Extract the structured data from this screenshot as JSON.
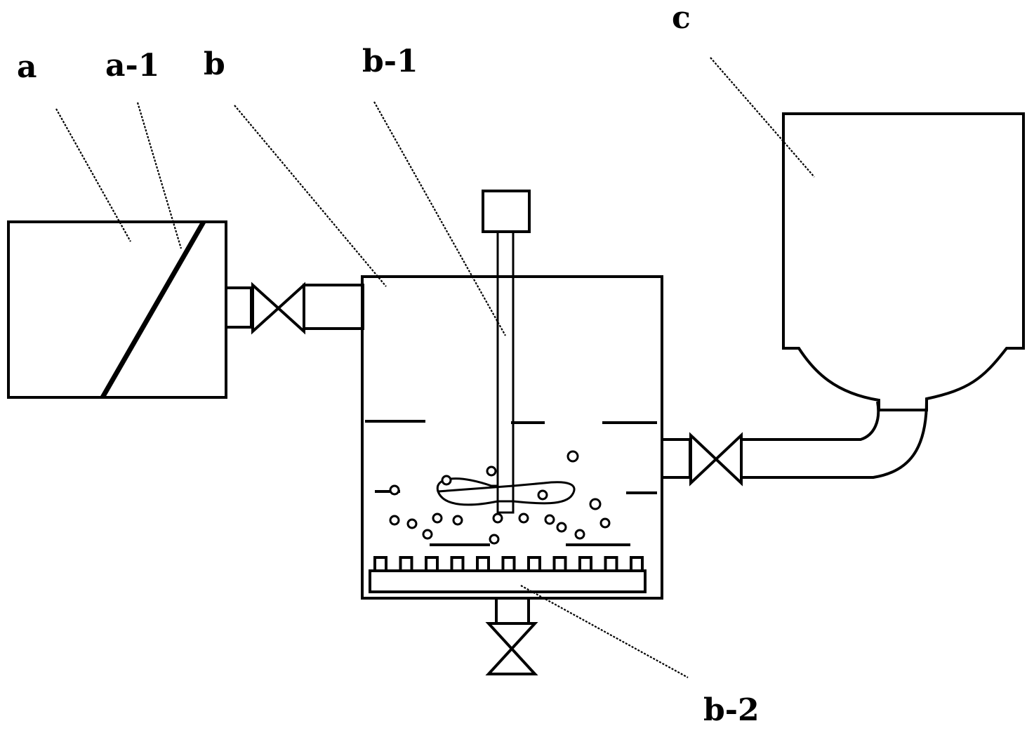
{
  "labels": {
    "a": "a",
    "a1": "a-1",
    "b": "b",
    "b1": "b-1",
    "b2": "b-2",
    "c": "c"
  },
  "colors": {
    "line": "#000000",
    "background": "#ffffff"
  }
}
